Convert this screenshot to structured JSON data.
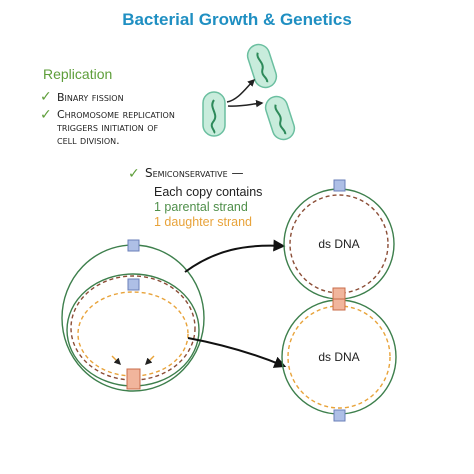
{
  "title": "Bacterial Growth & Genetics",
  "replication": {
    "heading": "Replication",
    "items": [
      {
        "icon": "check-icon",
        "lines": [
          "Binary fission"
        ]
      },
      {
        "icon": "check-icon",
        "lines": [
          "Chromosome replication",
          "triggers initiation of",
          "cell division."
        ]
      }
    ]
  },
  "semiconservative": {
    "icon": "check-icon",
    "heading": "Semiconservative —",
    "line1": "Each copy contains",
    "line2": "1 parental strand",
    "line3": "1 daughter strand"
  },
  "daughter_dna": {
    "top_label": "ds DNA",
    "bottom_label": "ds DNA"
  },
  "colors": {
    "title": "#1f8fc2",
    "heading": "#5e9e3a",
    "parental_strand": "#3d7f4c",
    "daughter_strand": "#e8a33a",
    "origin_marker": "#aebfe6",
    "terminus_marker": "#f1b59c",
    "cell_fill": "#c8ecdc"
  }
}
